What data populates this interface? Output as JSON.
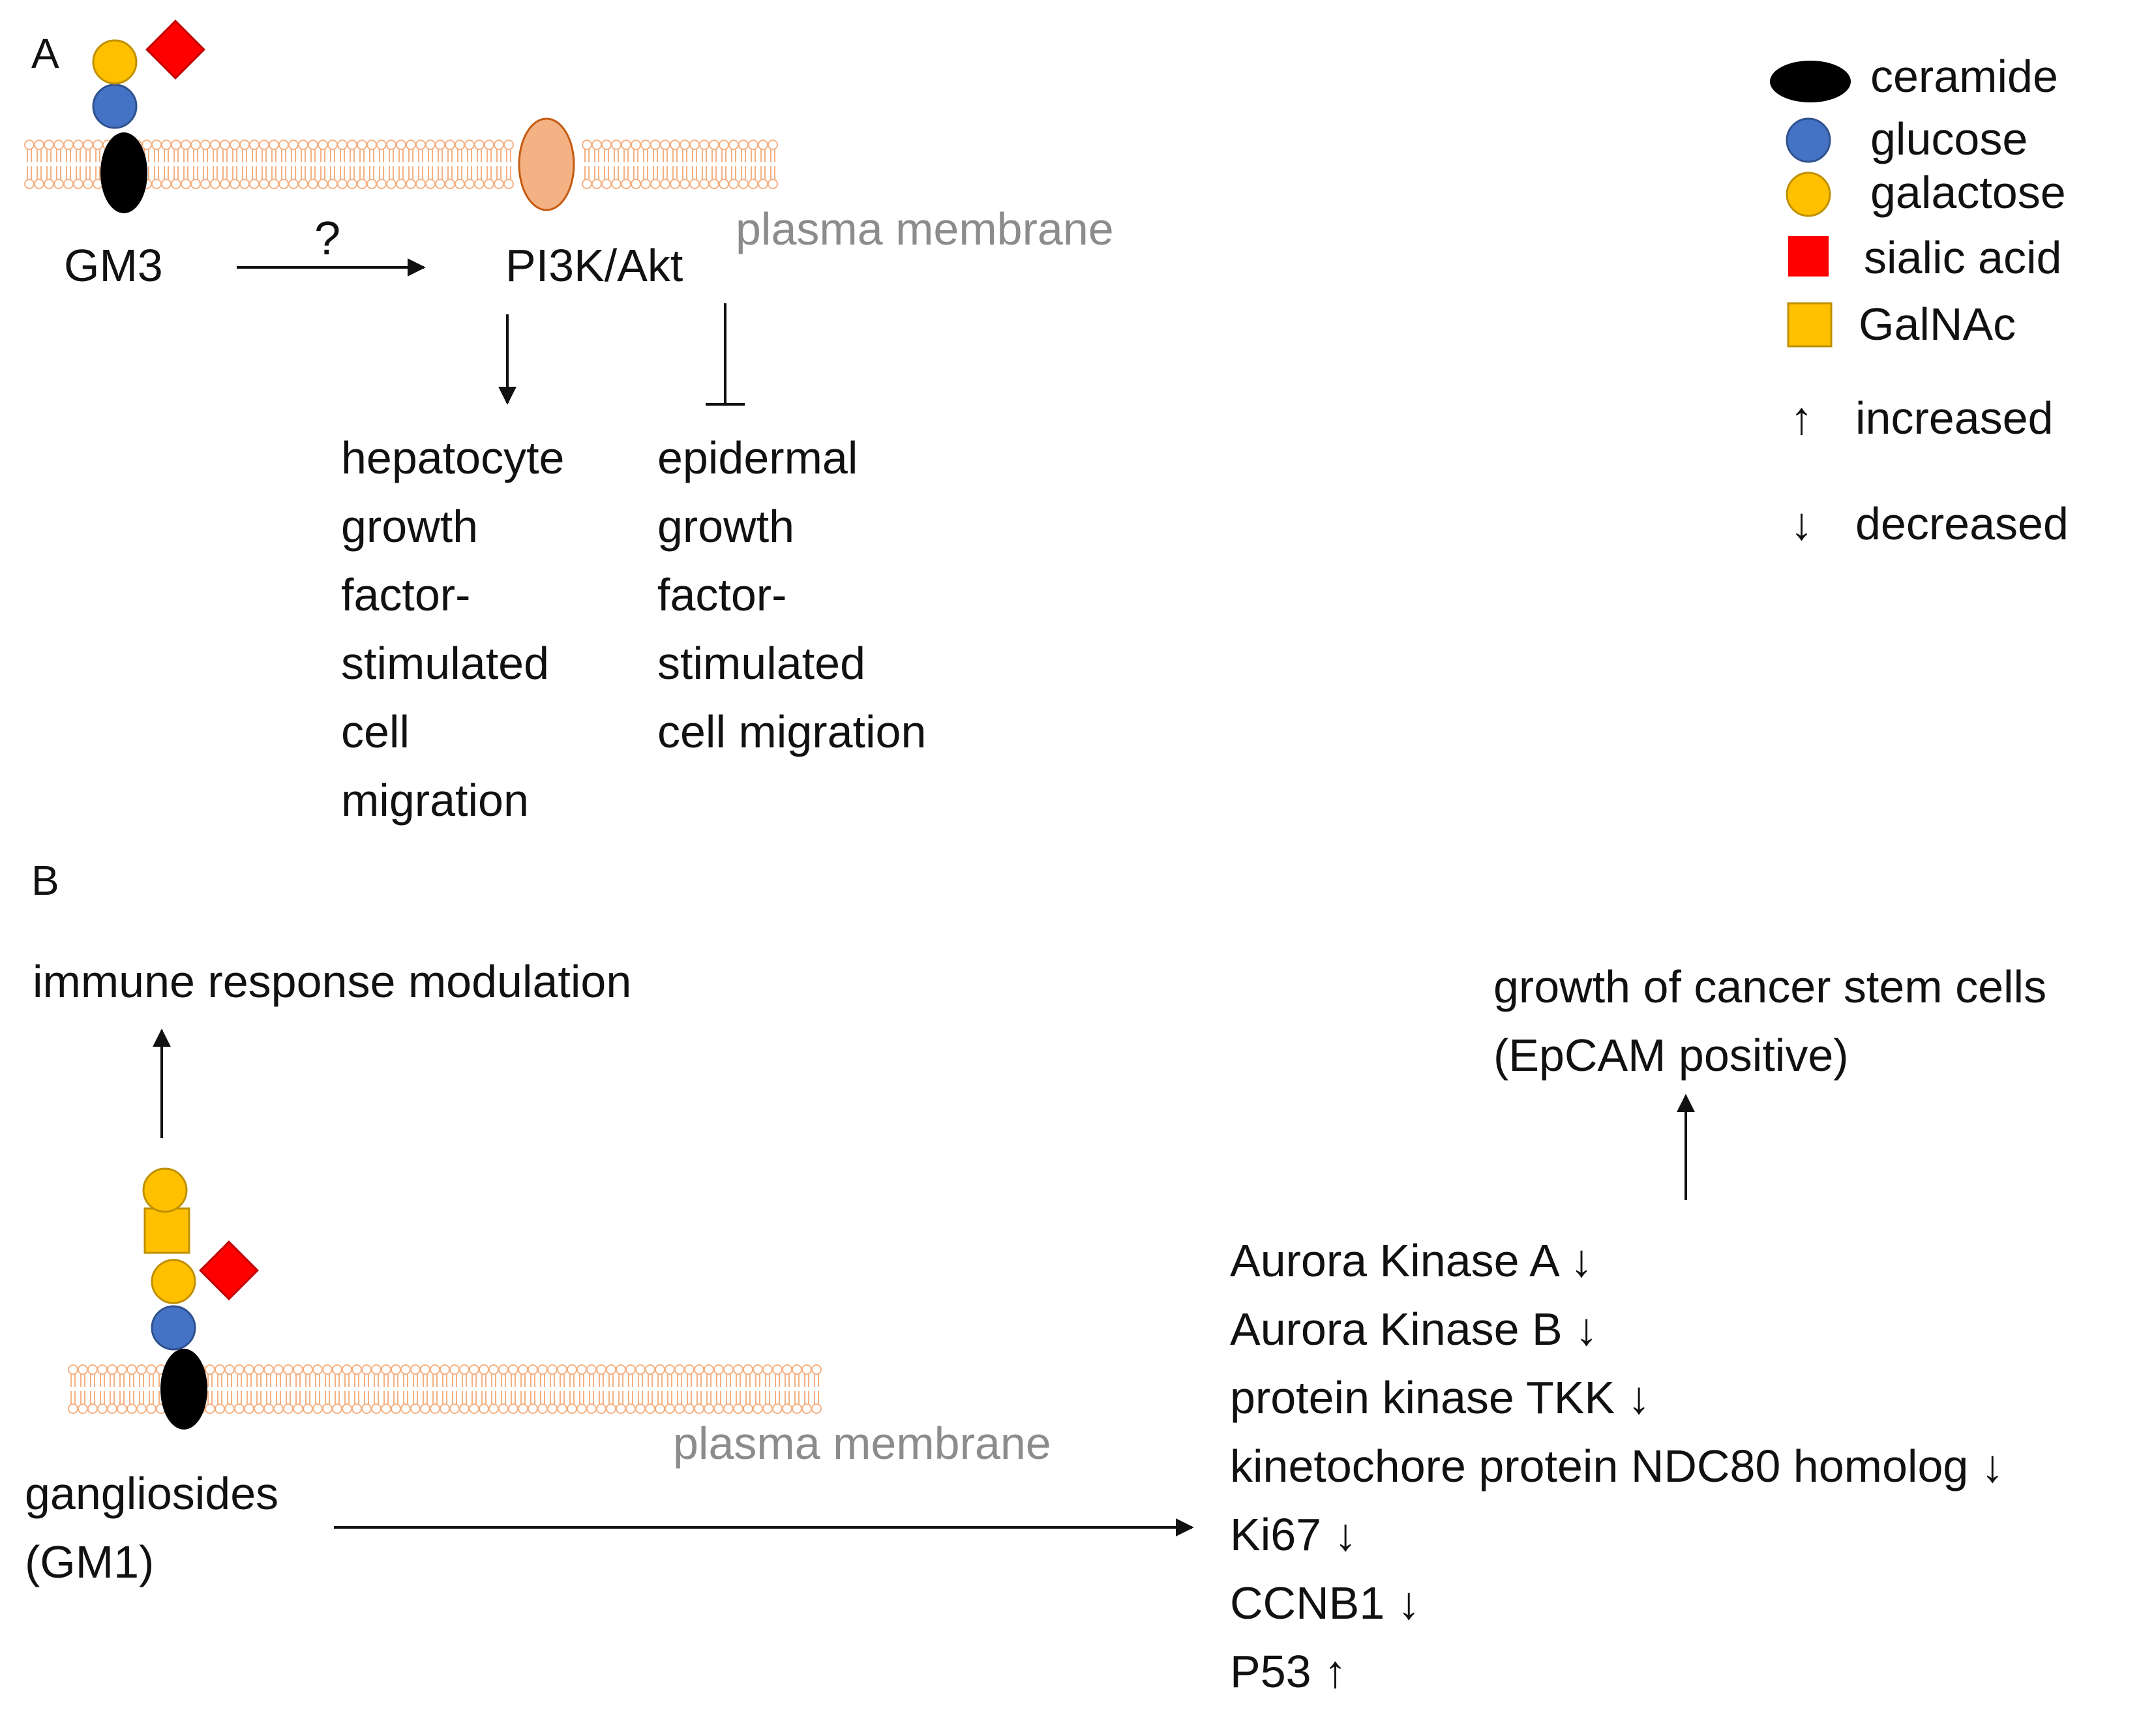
{
  "panel_a": {
    "label": "A",
    "gm3_label": "GM3",
    "question_mark": "?",
    "pi3k_label": "PI3K/Akt",
    "membrane_label": "plasma membrane",
    "hgf_lines": [
      "hepatocyte",
      "growth",
      "factor-",
      "stimulated",
      "cell",
      "migration"
    ],
    "egf_lines": [
      "epidermal",
      "growth",
      "factor-",
      "stimulated",
      "cell migration"
    ]
  },
  "panel_b": {
    "label": "B",
    "immune_label": "immune response modulation",
    "growth_label_line1": "growth of cancer stem cells",
    "growth_label_line2": "(EpCAM positive)",
    "membrane_label": "plasma membrane",
    "ganglioside_line1": "gangliosides",
    "ganglioside_line2": "(GM1)",
    "markers": [
      {
        "name": "Aurora Kinase A",
        "dir": "↓"
      },
      {
        "name": "Aurora Kinase B",
        "dir": "↓"
      },
      {
        "name": "protein kinase TKK",
        "dir": "↓"
      },
      {
        "name": "kinetochore protein NDC80 homolog",
        "dir": "↓"
      },
      {
        "name": "Ki67",
        "dir": "↓"
      },
      {
        "name": "CCNB1",
        "dir": "↓"
      },
      {
        "name": "P53",
        "dir": "↑"
      }
    ]
  },
  "legend": {
    "ceramide": "ceramide",
    "glucose": "glucose",
    "galactose": "galactose",
    "sialic_acid": "sialic acid",
    "galnac": "GalNAc",
    "increased_symbol": "↑",
    "increased": "increased",
    "decreased_symbol": "↓",
    "decreased": "decreased"
  },
  "colors": {
    "ceramide": "#000000",
    "glucose": "#4472c4",
    "galactose": "#ffc000",
    "sialic_acid": "#ff0000",
    "galnac": "#ffc000",
    "membrane_lipid": "#f4b183",
    "pi3k_protein": "#f4b183",
    "membrane_text": "#8c8c8c"
  },
  "icons": {
    "ceramide": "ceramide-ellipse-icon",
    "glucose": "glucose-circle-icon",
    "galactose": "galactose-circle-icon",
    "sialic_acid": "sialic-acid-diamond-icon",
    "galnac": "galnac-square-icon",
    "pi3k": "pi3k-protein-icon"
  }
}
